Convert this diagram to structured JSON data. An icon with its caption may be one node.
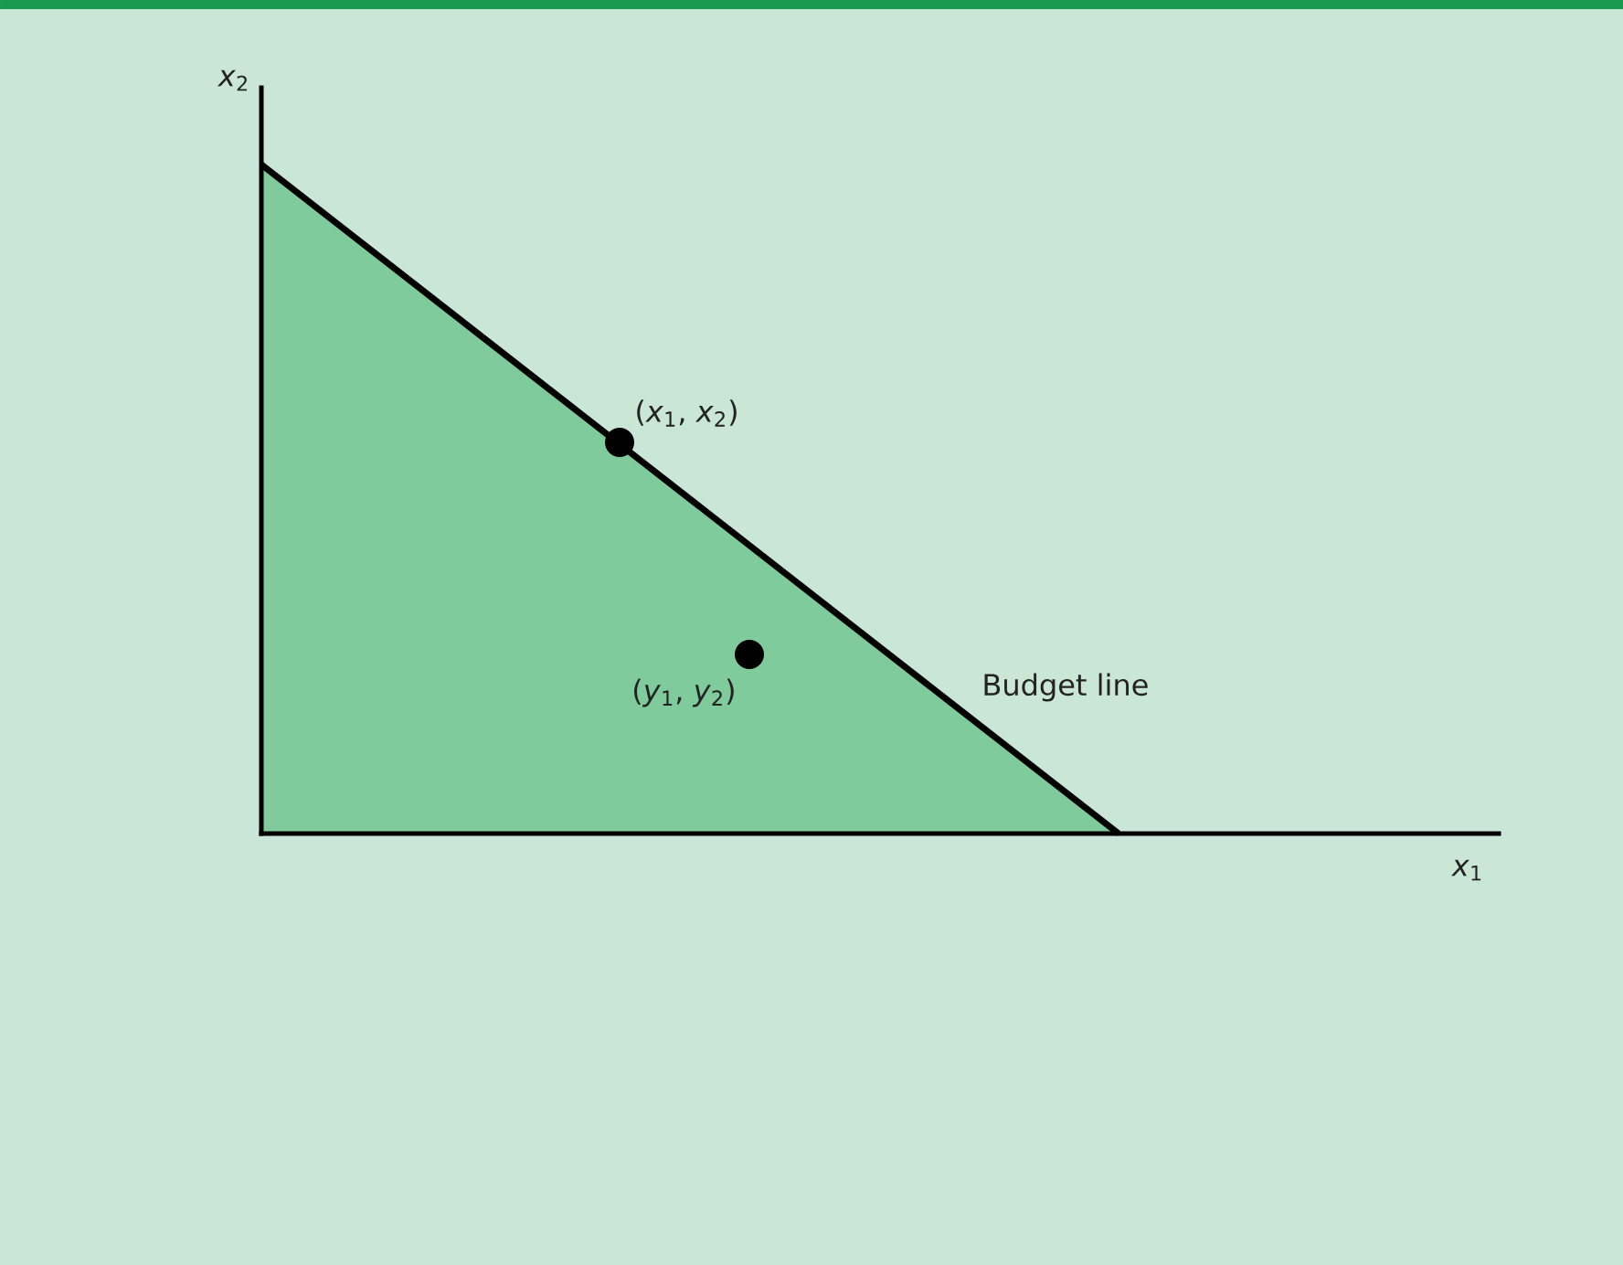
{
  "diagram": {
    "labels": [
      "*x*$_{2}$",
      "(*x*$_{1}$, *x*$_{2}$)",
      "(*y*$_{1}$, *y*$_{2}$)",
      "Budget line",
      "*x*$_{1}$"
    ]
  }
}
